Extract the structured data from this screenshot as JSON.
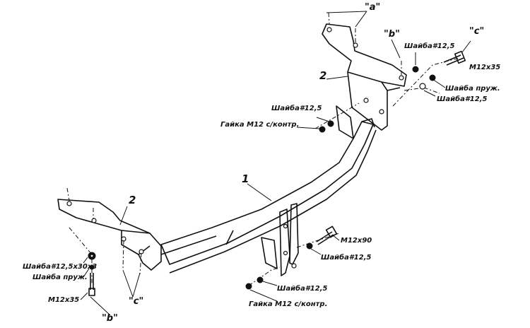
{
  "labels": {
    "part1": "1",
    "part2_top": "2",
    "part2_bottom": "2",
    "a": "\"a\"",
    "b_top": "\"b\"",
    "c_top": "\"c\"",
    "c_bottom": "\"c\"",
    "b_bottom": "\"b\"",
    "washer_top_right": "Шайба#12,5",
    "bolt_m12x35_top": "M12x35",
    "spring_washer_right": "Шайба пруж.",
    "washer_right_lower": "Шайба#12,5",
    "washer_center": "Шайба#12,5",
    "nut_center": "Гайка M12 с/контр.",
    "washer_left_big": "Шайба#12,5x30x3",
    "spring_washer_left": "Шайба пруж.",
    "bolt_m12x35_left": "M12x35",
    "bolt_m12x90": "M12x90",
    "washer_hook_right": "Шайба#12,5",
    "washer_hook_bottom": "Шайба#12,5",
    "nut_hook_bottom": "Гайка M12 с/контр."
  }
}
